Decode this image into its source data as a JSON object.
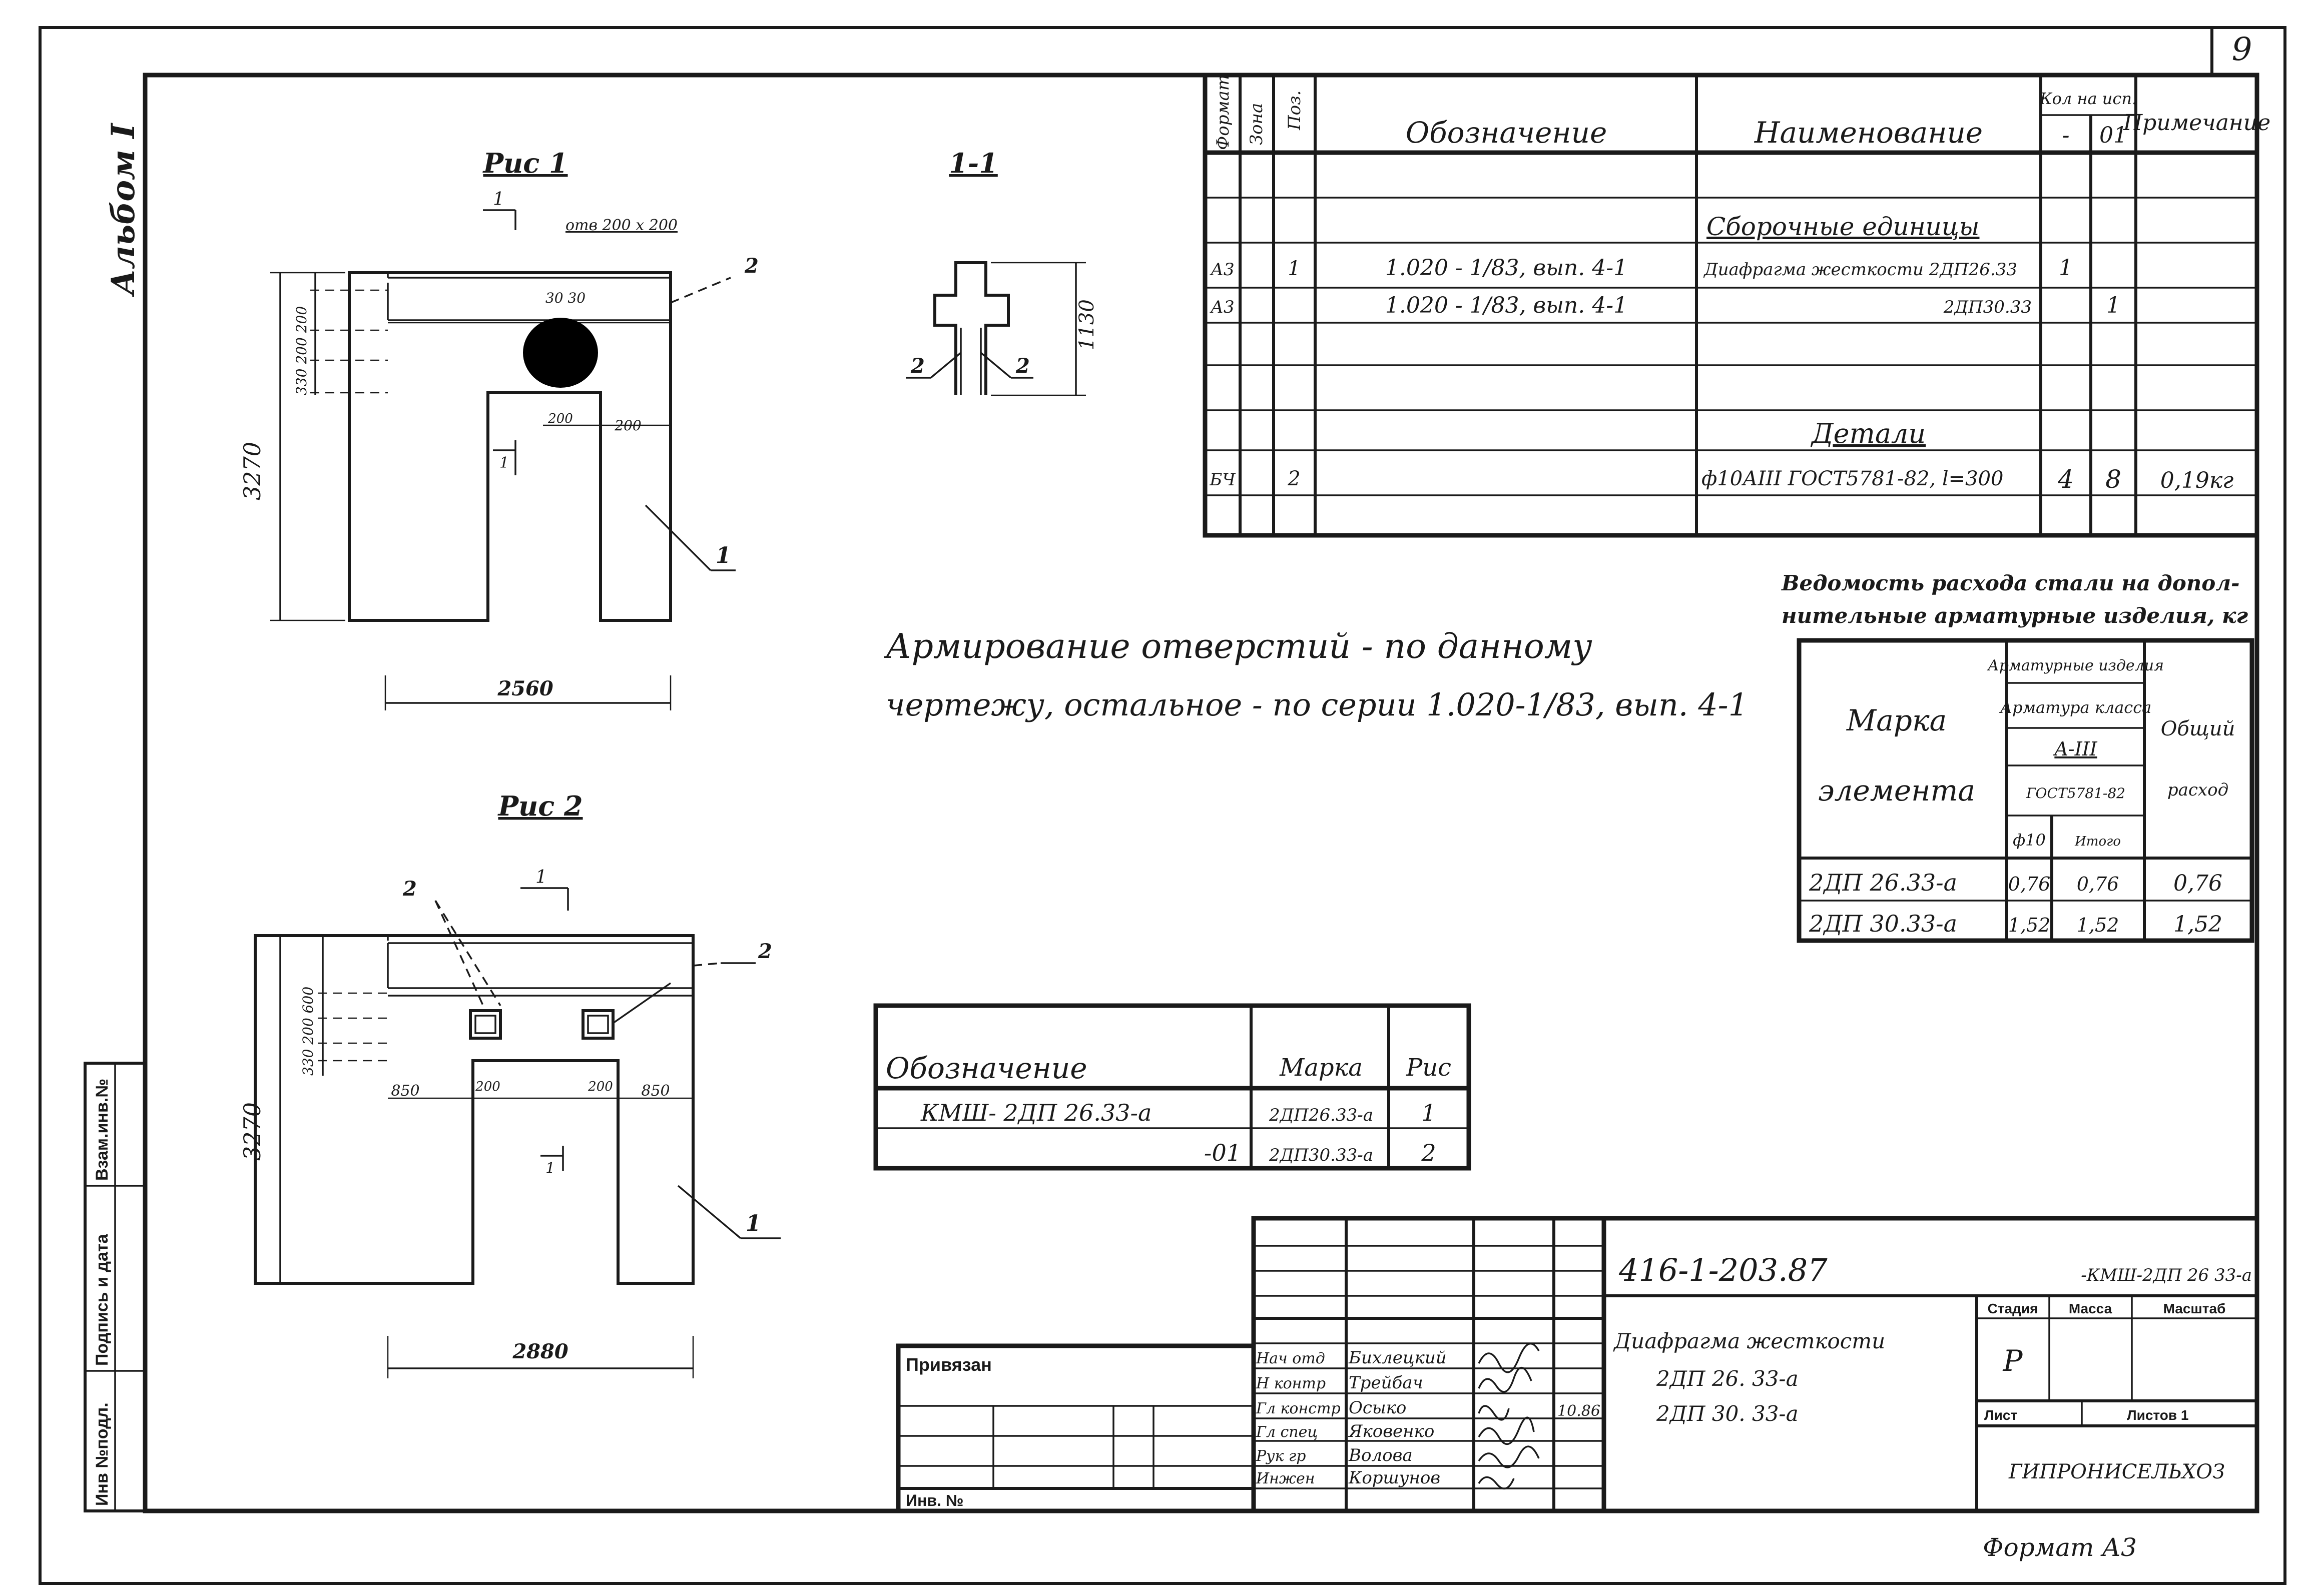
{
  "sheet_number": "9",
  "album": "Альбом I",
  "format_note": "Формат А3",
  "spec_table": {
    "headers": {
      "format": "Формат",
      "zone": "Зона",
      "pos": "Поз.",
      "designation": "Обозначение",
      "name": "Наименование",
      "qty_group": "Кол на исп.",
      "qty_a": "-",
      "qty_b": "01",
      "note": "Примечание"
    },
    "section_units": "Сборочные единицы",
    "section_details": "Детали",
    "rows": [
      {
        "format": "А3",
        "pos": "1",
        "designation": "1.020 - 1/83, вып. 4-1",
        "name": "Диафрагма жесткости 2ДП26.33",
        "qty_a": "1",
        "qty_b": "",
        "note": ""
      },
      {
        "format": "А3",
        "pos": "",
        "designation": "1.020 - 1/83, вып. 4-1",
        "name": "2ДП30.33",
        "qty_a": "",
        "qty_b": "1",
        "note": ""
      },
      {
        "format": "БЧ",
        "pos": "2",
        "designation": "",
        "name": "ф10АIII ГОСТ5781-82, l=300",
        "qty_a": "4",
        "qty_b": "8",
        "note": "0,19кг"
      }
    ]
  },
  "figures": {
    "fig1_title": "Рис 1",
    "fig2_title": "Рис 2",
    "section_title": "1-1",
    "section_dim": "1130",
    "fig1": {
      "height": "3270",
      "width": "2560",
      "hole": "отв 200 x 200",
      "dims_left": "330 200 200",
      "dims_top": "30 30",
      "dim_a": "200",
      "dim_b": "200",
      "cut": "1"
    },
    "fig2": {
      "height": "3270",
      "width": "2880",
      "dims_left": "330 200 600",
      "dim_a": "850",
      "dim_b": "200",
      "dim_c": "200",
      "dim_d": "850",
      "cut": "1"
    },
    "callouts": {
      "one": "1",
      "two": "2"
    }
  },
  "note_text": {
    "line1": "Армирование отверстий - по данному",
    "line2": "чертежу, остальное - по серии 1.020-1/83, вып. 4-1"
  },
  "steel_table": {
    "title_line1": "Ведомость расхода стали на допол-",
    "title_line2": "нительные арматурные изделия, кг",
    "col_mark_1": "Марка",
    "col_mark_2": "элемента",
    "h_products": "Арматурные изделия",
    "h_class": "Арматура класса",
    "h_class_val": "A-III",
    "h_gost": "ГОСТ5781-82",
    "h_d": "ф10",
    "h_total_sub": "Итого",
    "h_overall_1": "Общий",
    "h_overall_2": "расход",
    "rows": [
      {
        "mark": "2ДП 26.33-а",
        "d": "0,76",
        "sub": "0,76",
        "total": "0,76"
      },
      {
        "mark": "2ДП 30.33-а",
        "d": "1,52",
        "sub": "1,52",
        "total": "1,52"
      }
    ]
  },
  "mark_table": {
    "h_designation": "Обозначение",
    "h_mark": "Марка",
    "h_fig": "Рис",
    "rows": [
      {
        "designation": "КМШ- 2ДП 26.33-а",
        "mark": "2ДП26.33-а",
        "fig": "1"
      },
      {
        "designation": "-01",
        "mark": "2ДП30.33-а",
        "fig": "2"
      }
    ]
  },
  "title_block": {
    "doc_code": "416-1-203.87",
    "doc_suffix": "-КМШ-2ДП 26 33-а",
    "name_line1": "Диафрагма жесткости",
    "name_line2": "2ДП 26. 33-а",
    "name_line3": "2ДП 30. 33-а",
    "stage_label": "Стадия",
    "mass_label": "Масса",
    "scale_label": "Масштаб",
    "stage_value": "Р",
    "sheet_label": "Лист",
    "sheets_label": "Листов 1",
    "org": "ГИПРОНИСЕЛЬХОЗ",
    "privyazan": "Привязан",
    "inv_no": "Инв. №",
    "date": "10.86",
    "signers": [
      {
        "role": "Нач отд",
        "name": "Бихлецкий"
      },
      {
        "role": "Н контр",
        "name": "Трейбач"
      },
      {
        "role": "Гл констр",
        "name": "Осыко"
      },
      {
        "role": "Гл спец",
        "name": "Яковенко"
      },
      {
        "role": "Рук гр",
        "name": "Волова"
      },
      {
        "role": "Инжен",
        "name": "Коршунов"
      }
    ]
  },
  "side_stamp": {
    "inv_orig": "Инв №подл.",
    "sign_date": "Подпись и дата",
    "replace_inv": "Взам.инв.№"
  }
}
